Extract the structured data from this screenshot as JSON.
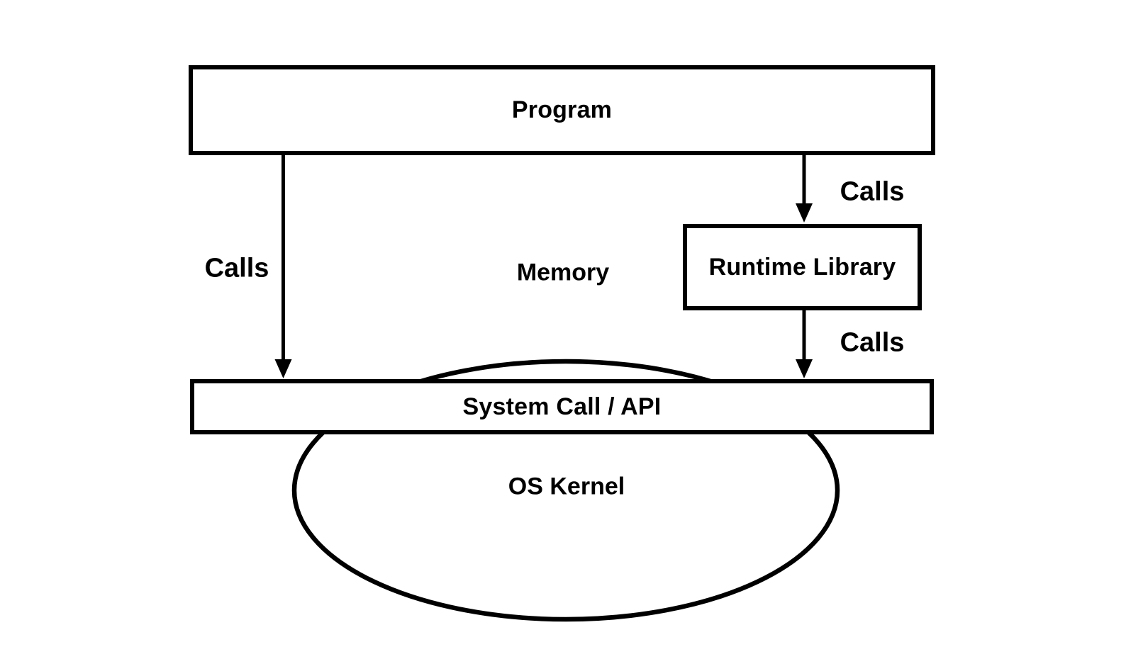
{
  "diagram": {
    "title": "Program / Runtime Library / System Call / OS Kernel diagram",
    "colors": {
      "background": "#ffffff",
      "stroke": "#000000",
      "text": "#000000"
    },
    "nodes": {
      "program": {
        "label": "Program",
        "shape": "rectangle"
      },
      "runtime_library": {
        "label": "Runtime Library",
        "shape": "rectangle"
      },
      "system_call_api": {
        "label": "System Call / API",
        "shape": "rectangle"
      },
      "os_kernel": {
        "label": "OS Kernel",
        "shape": "ellipse"
      }
    },
    "floating_labels": {
      "memory": {
        "label": "Memory"
      }
    },
    "edges": {
      "program_to_system_call": {
        "label": "Calls",
        "from": "program",
        "to": "system_call_api"
      },
      "program_to_runtime_library": {
        "label": "Calls",
        "from": "program",
        "to": "runtime_library"
      },
      "runtime_library_to_system_call": {
        "label": "Calls",
        "from": "runtime_library",
        "to": "system_call_api"
      }
    }
  }
}
